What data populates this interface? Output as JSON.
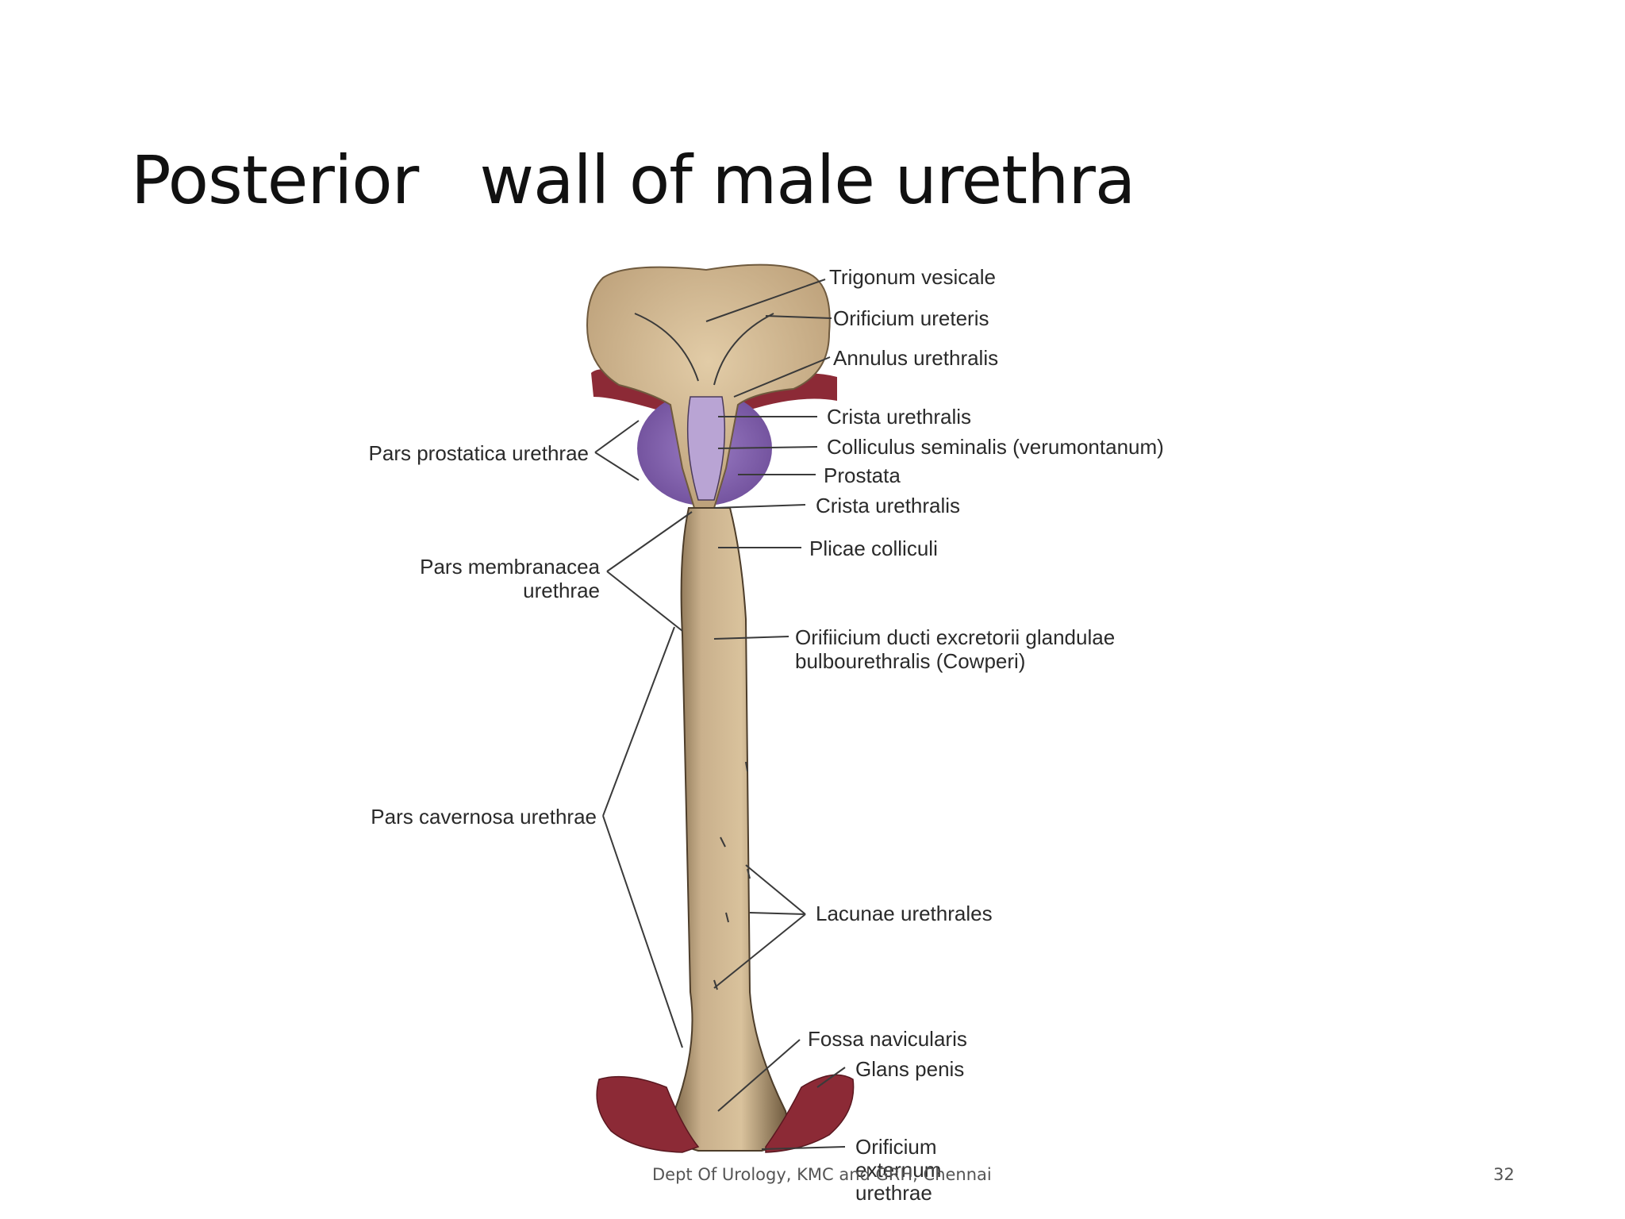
{
  "slide": {
    "title": "Posterior   wall of male urethra",
    "footer": "Dept Of Urology, KMC and GRH, Chennai",
    "page_number": "32"
  },
  "diagram": {
    "right_labels": [
      "Trigonum vesicale",
      "Orificium ureteris",
      "Annulus urethralis",
      "Crista urethralis",
      "Colliculus seminalis (verumontanum)",
      "Prostata",
      "Crista urethralis",
      "Plicae colliculi",
      "Orifiicium ducti excretorii glandulae",
      "bulbourethralis (Cowperi)",
      "Lacunae urethrales",
      "Fossa navicularis",
      "Glans penis",
      "Orificium",
      "externum",
      "urethrae"
    ],
    "left_labels": [
      "Pars prostatica urethrae",
      "Pars membranacea",
      "urethrae",
      "Pars cavernosa urethrae"
    ],
    "colors": {
      "tissue": "#c9b08c",
      "prostate": "#7d5ca8",
      "muscle": "#8c2a36",
      "line": "#3a3a3a"
    }
  }
}
